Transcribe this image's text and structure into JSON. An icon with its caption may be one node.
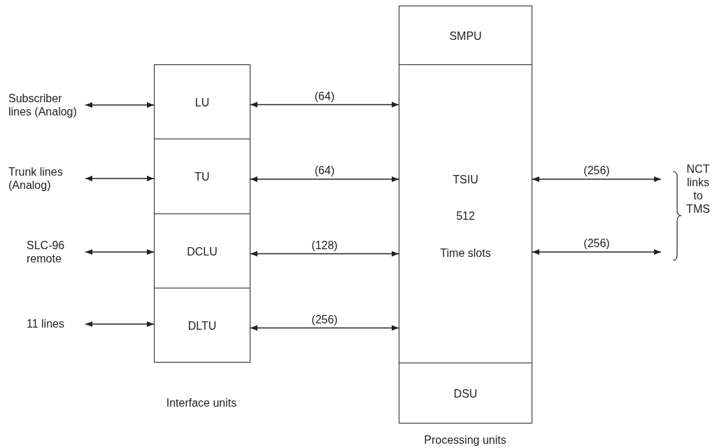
{
  "diagram": {
    "nodes": [
      {
        "text": [
          "Subscriber lines (Analog)"
        ]
      },
      {
        "text": [
          "Trunk lines (Analog)"
        ]
      },
      {
        "text": [
          "SLC-96 remote"
        ]
      },
      {
        "text": [
          "11 lines"
        ]
      },
      {
        "text": [
          "LU"
        ]
      },
      {
        "text": [
          "TU"
        ]
      },
      {
        "text": [
          "DCLU"
        ]
      },
      {
        "text": [
          "DLTU"
        ]
      },
      {
        "text": [
          "SMPU"
        ]
      },
      {
        "text": [
          "TSIU",
          "512",
          "Time slots"
        ]
      },
      {
        "text": [
          "DSU"
        ]
      }
    ],
    "edges": [
      {
        "from": 0,
        "to": 4,
        "arrow": "both"
      },
      {
        "from": 1,
        "to": 5,
        "arrow": "both"
      },
      {
        "from": 2,
        "to": 6,
        "arrow": "both"
      },
      {
        "from": 3,
        "to": 7,
        "arrow": "both"
      },
      {
        "from": 4,
        "to": 9,
        "arrow": "both",
        "label": "(64)"
      },
      {
        "from": 5,
        "to": 9,
        "arrow": "both",
        "label": "(64)"
      },
      {
        "from": 6,
        "to": 9,
        "arrow": "both",
        "label": "(128)"
      },
      {
        "from": 7,
        "to": 9,
        "arrow": "both",
        "label": "(256)"
      },
      {
        "from": 9,
        "to": null,
        "arrow": "both",
        "label": "(256)"
      },
      {
        "from": 9,
        "to": null,
        "arrow": "both",
        "label": "(256)"
      }
    ],
    "labels": [
      "NCT links to TMS",
      "Interface units",
      "Processing units"
    ]
  }
}
